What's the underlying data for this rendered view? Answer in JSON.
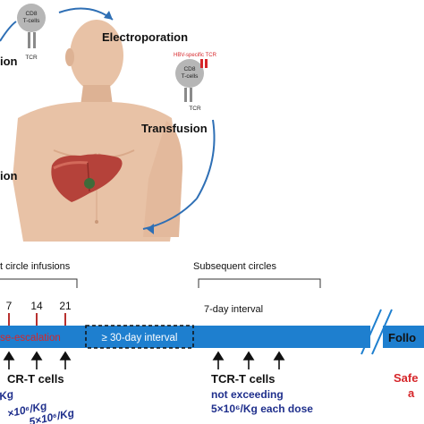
{
  "top": {
    "step_left_upper": "ion",
    "step_left_lower": "ion",
    "electroporation": "Electroporation",
    "transfusion": "Transfusion",
    "cell_top_line1": "CD8",
    "cell_top_line2": "T-cells",
    "tcr_top": "TCR",
    "hbv_tcr_label": "HBV-specific TCR",
    "cell_right_line1": "CD8",
    "cell_right_line2": "T-cells",
    "tcr_right": "TCR"
  },
  "timeline": {
    "first_circle_label": "t circle infusions",
    "subsequent_label": "Subsequent circles",
    "day_a": "7",
    "day_b": "14",
    "day_c": "21",
    "interval_7day": "7-day interval",
    "dose_escalation": "se-escalation",
    "interval_30day": "≥ 30-day interval",
    "follow": "Follo",
    "tcr_cells_left": "CR-T cells",
    "dose_kg": "Kg",
    "dose_line_a": "×10⁶/Kg",
    "dose_line_b": "5×10⁶/Kg",
    "tcr_cells_right": "TCR-T cells",
    "not_exceeding": "not exceeding",
    "each_dose": "5×10⁶/Kg each dose",
    "safety": "Safe",
    "safety_line2": "a"
  },
  "colors": {
    "skin": "#e8c2a6",
    "liver": "#b5423a",
    "arrow_blue": "#2e6fb5",
    "bar_blue": "#1e7fcf",
    "red_text": "#d6262a",
    "navy_text": "#1f2f8c"
  }
}
